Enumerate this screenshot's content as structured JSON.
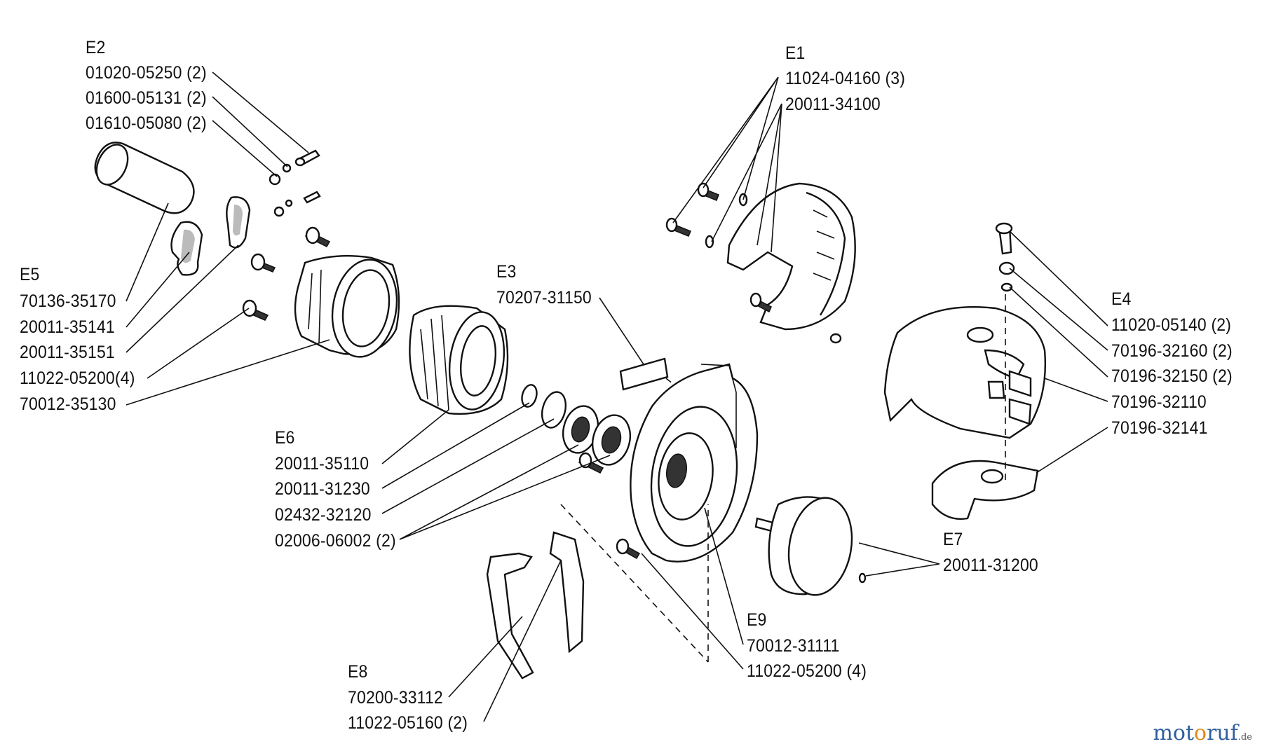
{
  "groups": {
    "E1": {
      "title": "E1",
      "parts": [
        "11024-04160 (3)",
        "20011-34100"
      ]
    },
    "E2": {
      "title": "E2",
      "parts": [
        "01020-05250 (2)",
        "01600-05131 (2)",
        "01610-05080 (2)"
      ]
    },
    "E3": {
      "title": "E3",
      "parts": [
        "70207-31150"
      ]
    },
    "E4": {
      "title": "E4",
      "parts": [
        "11020-05140 (2)",
        "70196-32160 (2)",
        "70196-32150 (2)",
        "70196-32110",
        "70196-32141"
      ]
    },
    "E5": {
      "title": "E5",
      "parts": [
        "70136-35170",
        "20011-35141",
        "20011-35151",
        "11022-05200(4)",
        "70012-35130"
      ]
    },
    "E6": {
      "title": "E6",
      "parts": [
        "20011-35110",
        "20011-31230",
        "02432-32120",
        "02006-06002 (2)"
      ]
    },
    "E7": {
      "title": "E7",
      "parts": [
        "20011-31200"
      ]
    },
    "E8": {
      "title": "E8",
      "parts": [
        "70200-33112",
        "11022-05160 (2)"
      ]
    },
    "E9": {
      "title": "E9",
      "parts": [
        "70012-31111",
        "11022-05200 (4)"
      ]
    }
  },
  "watermark": {
    "a": "mot",
    "b": "o",
    "c": "ruf",
    "d": ".de"
  }
}
